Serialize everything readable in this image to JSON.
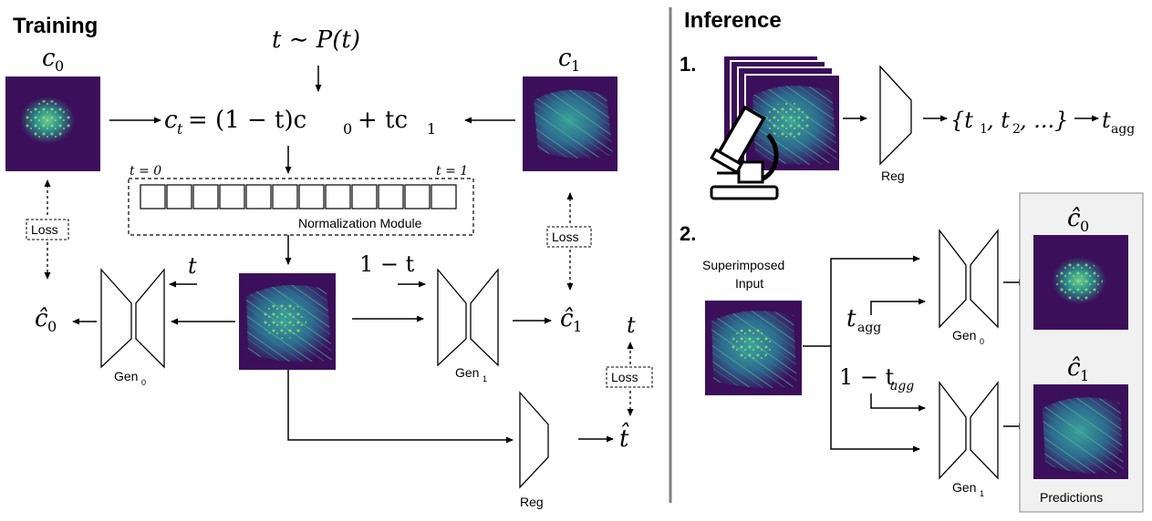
{
  "training": {
    "title": "Training",
    "c0_label": "c",
    "c0_sub": "0",
    "c1_label": "c",
    "c1_sub": "1",
    "sampling": "t ∼ P(t)",
    "interpolation": "c",
    "interpolation_sub": "t",
    "interpolation_rhs": "= (1 − t)c",
    "interpolation_rhs_sub": "0",
    "interpolation_tail": "+ tc",
    "interpolation_tail_sub": "1",
    "t0_label": "t = 0",
    "t1_label": "t = 1",
    "normalization_module": "Normalization Module",
    "loss_left": "Loss",
    "loss_right": "Loss",
    "loss_t": "Loss",
    "t_to_gen0": "t",
    "one_minus_t": "1 − t",
    "c0_hat": "ĉ",
    "c0_hat_sub": "0",
    "c1_hat": "ĉ",
    "c1_hat_sub": "1",
    "gen0": "Gen",
    "gen0_sub": "0",
    "gen1": "Gen",
    "gen1_sub": "1",
    "reg": "Reg",
    "t_hat": "t̂",
    "t_top": "t"
  },
  "inference": {
    "title": "Inference",
    "step1": "1.",
    "step2": "2.",
    "reg": "Reg",
    "t_set": "{t",
    "t_set_sub1": "1",
    "t_set_mid": ", t",
    "t_set_sub2": "2",
    "t_set_end": ", ...}",
    "t_agg": "t",
    "t_agg_sub": "agg",
    "superimposed_line1": "Superimposed",
    "superimposed_line2": "Input",
    "t_agg_gen": "t",
    "t_agg_gen_sub": "agg",
    "one_minus_tagg": "1 − t",
    "one_minus_tagg_sub": "agg",
    "gen0": "Gen",
    "gen0_sub": "0",
    "gen1": "Gen",
    "gen1_sub": "1",
    "c0_hat": "ĉ",
    "c0_hat_sub": "0",
    "c1_hat": "ĉ",
    "c1_hat_sub": "1",
    "predictions": "Predictions"
  },
  "colors": {
    "image_bg": "#3b0f5a",
    "cell_green": "#43c08a",
    "cell_teal": "#2a8f8e",
    "predictions_bg": "#f1f1f1",
    "divider": "#808080"
  }
}
